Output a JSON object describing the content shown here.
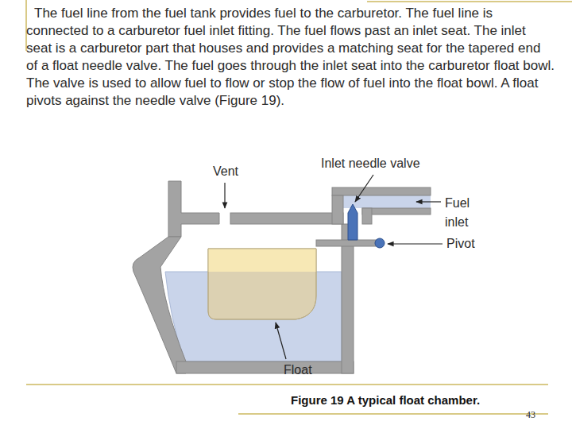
{
  "diagram": {
    "caption": "Figure 19 A typical float chamber.",
    "labels": [
      "The fuel line from the fuel tank provides fuel to the carburetor. The fuel line is connected to a carburetor fuel inlet fitting. The fuel flows past an inlet seat. The inlet seat is a carburetor part that houses and provides a matching seat for the tapered end of a float needle valve. The fuel goes through the inlet seat into the carburetor float bowl. The valve is used to allow fuel to flow or stop the flow of fuel into the float bowl. A float pivots against the needle valve (Figure 19).",
      "Vent",
      "Inlet needle valve",
      "Fuel inlet",
      "Pivot",
      "Float",
      "43"
    ]
  }
}
